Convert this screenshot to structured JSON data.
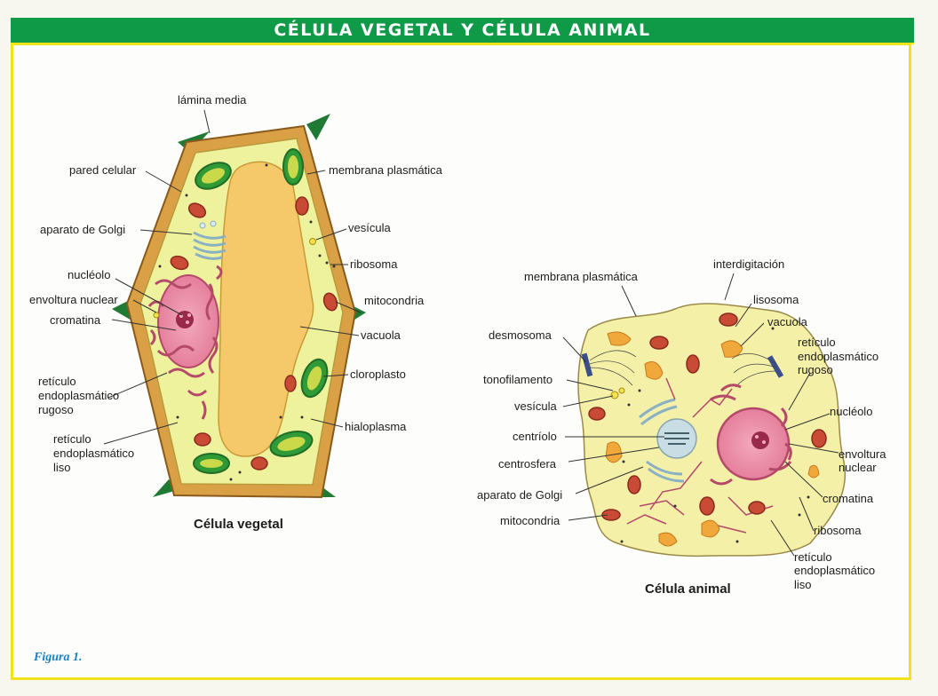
{
  "title": "CÉLULA VEGETAL Y CÉLULA ANIMAL",
  "figure_label": "Figura 1.",
  "plant_cell": {
    "caption": "Célula vegetal",
    "labels": {
      "lamina_media": "lámina media",
      "pared_celular": "pared celular",
      "aparato_golgi": "aparato de Golgi",
      "nucleolo": "nucléolo",
      "envoltura_nuclear": "envoltura nuclear",
      "cromatina": "cromatina",
      "reticulo_rugoso_1": "retículo",
      "reticulo_rugoso_2": "endoplasmático",
      "reticulo_rugoso_3": "rugoso",
      "reticulo_liso_1": "retículo",
      "reticulo_liso_2": "endoplasmático",
      "reticulo_liso_3": "liso",
      "membrana_plasmatica": "membrana plasmática",
      "vesicula": "vesícula",
      "ribosoma": "ribosoma",
      "mitocondria": "mitocondria",
      "vacuola": "vacuola",
      "cloroplasto": "cloroplasto",
      "hialoplasma": "hialoplasma"
    }
  },
  "animal_cell": {
    "caption": "Célula animal",
    "labels": {
      "membrana_plasmatica": "membrana plasmática",
      "interdigitacion": "interdigitación",
      "lisosoma": "lisosoma",
      "vacuola": "vacuola",
      "reticulo_rugoso_1": "retículo",
      "reticulo_rugoso_2": "endoplasmático",
      "reticulo_rugoso_3": "rugoso",
      "desmosoma": "desmosoma",
      "tonofilamento": "tonofilamento",
      "vesicula": "vesícula",
      "centriolo": "centríolo",
      "centrosfera": "centrosfera",
      "aparato_golgi": "aparato de Golgi",
      "mitocondria": "mitocondria",
      "nucleolo": "nucléolo",
      "envoltura_nuclear_1": "envoltura",
      "envoltura_nuclear_2": "nuclear",
      "cromatina": "cromatina",
      "ribosoma": "ribosoma",
      "reticulo_liso_1": "retículo",
      "reticulo_liso_2": "endoplasmático",
      "reticulo_liso_3": "liso"
    }
  },
  "colors": {
    "title_bg": "#0f9a48",
    "frame": "#f2e219",
    "cell_wall": "#d9a045",
    "cytoplasm": "#f0f09a",
    "vacuole": "#f5c96a",
    "nucleus": "#ec8fa8",
    "mitochondria": "#c94a35",
    "chloroplast": "#2f9a36",
    "er": "#b4496a",
    "figure_label": "#1a7fbf"
  }
}
